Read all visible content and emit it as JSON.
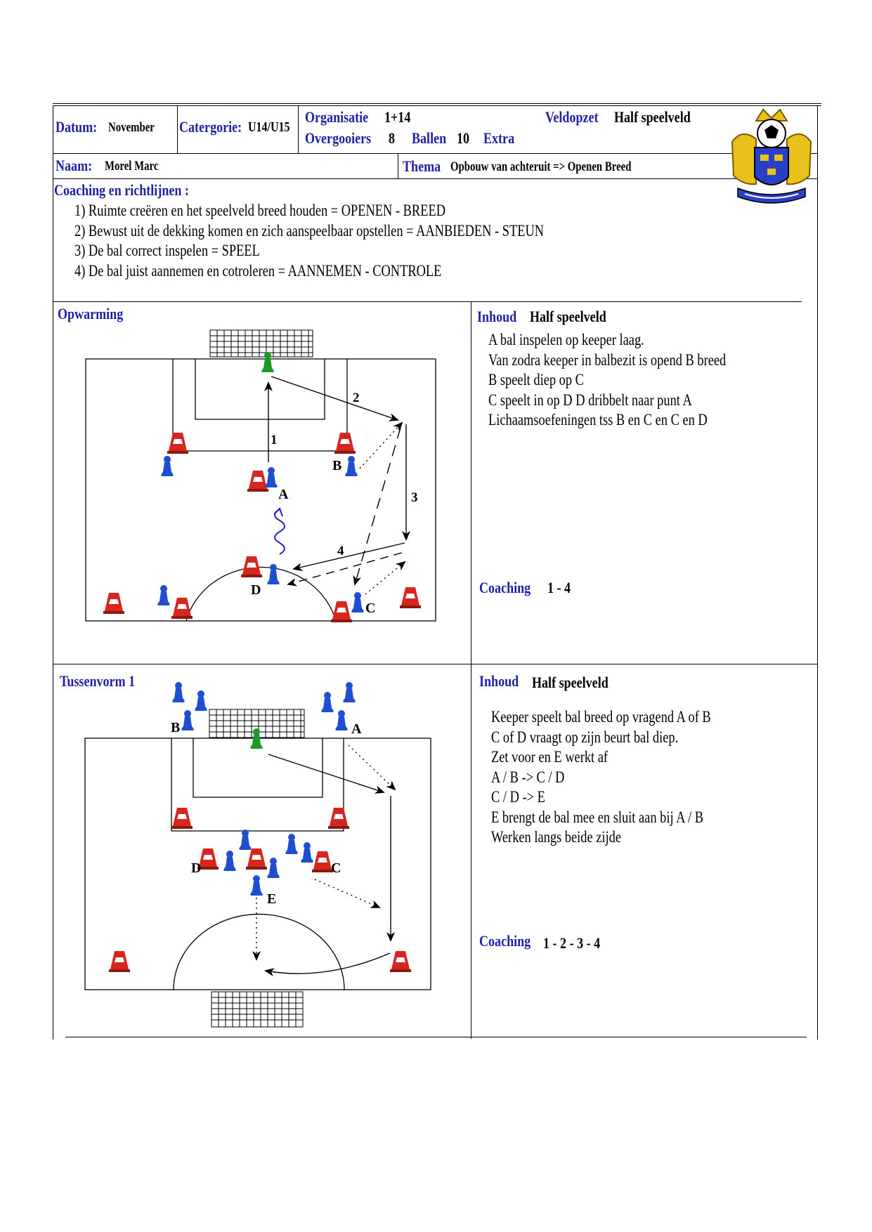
{
  "header": {
    "datum_label": "Datum:",
    "datum_value": "November",
    "categorie_label": "Catergorie:",
    "categorie_value": "U14/U15",
    "organisatie_label": "Organisatie",
    "organisatie_value": "1+14",
    "veldopzet_label": "Veldopzet",
    "veldopzet_value": "Half speelveld",
    "overgooiers_label": "Overgooiers",
    "overgooiers_value": "8",
    "ballen_label": "Ballen",
    "ballen_value": "10",
    "extra_label": "Extra",
    "naam_label": "Naam:",
    "naam_value": "Morel Marc",
    "thema_label": "Thema",
    "thema_value": "Opbouw van achteruit => Openen Breed"
  },
  "coaching_section": {
    "title": "Coaching en richtlijnen :",
    "items": [
      "1) Ruimte creëren en het speelveld breed houden = OPENEN - BREED",
      "2) Bewust uit de dekking komen en zich aanspeelbaar opstellen = AANBIEDEN - STEUN",
      "3) De bal correct inspelen = SPEEL",
      "4) De bal juist aannemen en cotroleren = AANNEMEN - CONTROLE"
    ]
  },
  "opwarming": {
    "title": "Opwarming",
    "inhoud_label": "Inhoud",
    "inhoud_value": "Half speelveld",
    "lines": [
      "A bal inspelen op keeper laag.",
      "Van zodra keeper in balbezit is opend B breed",
      "B speelt diep op C",
      "C speelt in op D D dribbelt naar punt A",
      "Lichaamsoefeningen tss B en C en C en D"
    ],
    "coaching_label": "Coaching",
    "coaching_value": "1 - 4",
    "diagram": {
      "player_labels": [
        "A",
        "B",
        "C",
        "D"
      ],
      "pass_numbers": [
        "1",
        "2",
        "3",
        "4"
      ]
    }
  },
  "tussenvorm": {
    "title": "Tussenvorm 1",
    "inhoud_label": "Inhoud",
    "inhoud_value": "Half speelveld",
    "lines": [
      "Keeper speelt bal breed op vragend A of B",
      "C of D vraagt op zijn beurt bal diep.",
      "Zet voor en E werkt af",
      "A / B -> C / D",
      "C / D -> E",
      "E brengt de bal mee en sluit aan bij A / B",
      "Werken langs beide zijde"
    ],
    "coaching_label": "Coaching",
    "coaching_value": "1 - 2 - 3 - 4",
    "diagram": {
      "player_labels": [
        "A",
        "B",
        "C",
        "D",
        "E"
      ]
    }
  },
  "colors": {
    "label_blue": "#1f1fa8",
    "cone_red": "#d7261e",
    "player_blue": "#1f4fd0",
    "keeper_green": "#1d9a2a"
  }
}
